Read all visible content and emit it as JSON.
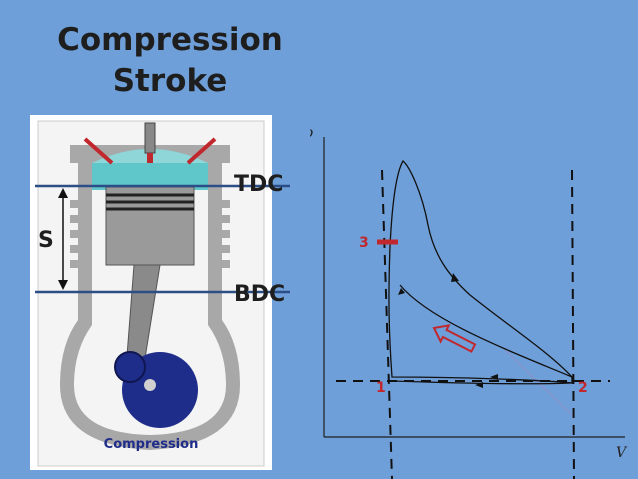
{
  "slide": {
    "title_line1": "Compression",
    "title_line2": "Stroke",
    "bg_color": "#6f9fd8"
  },
  "engine": {
    "caption": "Compression",
    "tdc_label": "TDC",
    "bdc_label": "BDC",
    "stroke_label": "S"
  },
  "pv_diagram": {
    "p_axis_label": "p",
    "v_axis_label": "V",
    "points": [
      "1",
      "2",
      "3"
    ],
    "highlight_color": "#c0282e"
  }
}
